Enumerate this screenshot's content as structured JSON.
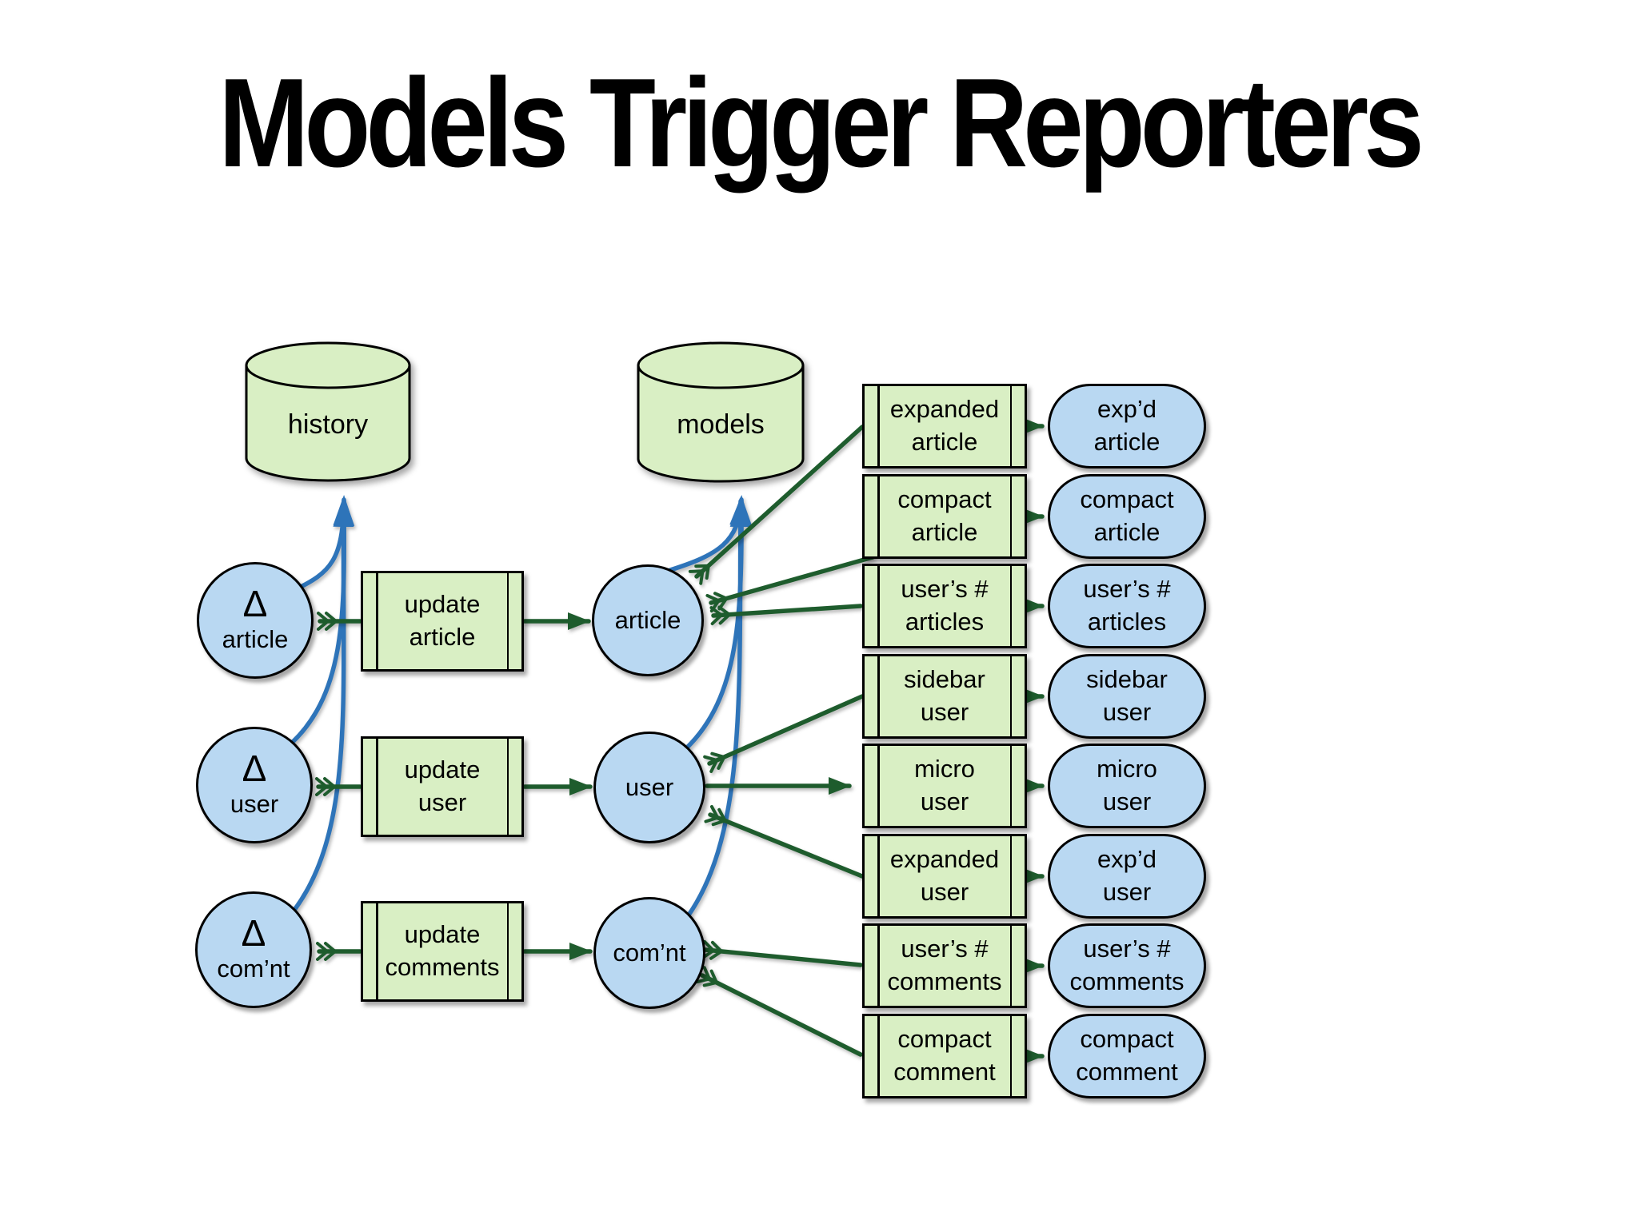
{
  "title": "Models Trigger Reporters",
  "colors": {
    "shape_fill_green": "#d9efc4",
    "shape_fill_blue": "#b9d8f2",
    "arrow_green": "#1e5c2d",
    "arrow_blue": "#2e74b9",
    "outline": "#000000",
    "background": "#ffffff"
  },
  "cylinders": {
    "history": "history",
    "models": "models"
  },
  "deltas": [
    {
      "top": "Δ",
      "bottom": "article"
    },
    {
      "top": "Δ",
      "bottom": "user"
    },
    {
      "top": "Δ",
      "bottom": "com’nt"
    }
  ],
  "processes": [
    {
      "top": "update",
      "bottom": "article"
    },
    {
      "top": "update",
      "bottom": "user"
    },
    {
      "top": "update",
      "bottom": "comments"
    }
  ],
  "model_circles": [
    {
      "label": "article"
    },
    {
      "label": "user"
    },
    {
      "label": "com’nt"
    }
  ],
  "reporters": [
    {
      "top": "expanded",
      "bottom": "article"
    },
    {
      "top": "compact",
      "bottom": "article"
    },
    {
      "top": "user’s #",
      "bottom": "articles"
    },
    {
      "top": "sidebar",
      "bottom": "user"
    },
    {
      "top": "micro",
      "bottom": "user"
    },
    {
      "top": "expanded",
      "bottom": "user"
    },
    {
      "top": "user’s #",
      "bottom": "comments"
    },
    {
      "top": "compact",
      "bottom": "comment"
    }
  ],
  "outputs": [
    {
      "top": "exp’d",
      "bottom": "article"
    },
    {
      "top": "compact",
      "bottom": "article"
    },
    {
      "top": "user’s #",
      "bottom": "articles"
    },
    {
      "top": "sidebar",
      "bottom": "user"
    },
    {
      "top": "micro",
      "bottom": "user"
    },
    {
      "top": "exp’d",
      "bottom": "user"
    },
    {
      "top": "user’s #",
      "bottom": "comments"
    },
    {
      "top": "compact",
      "bottom": "comment"
    }
  ]
}
